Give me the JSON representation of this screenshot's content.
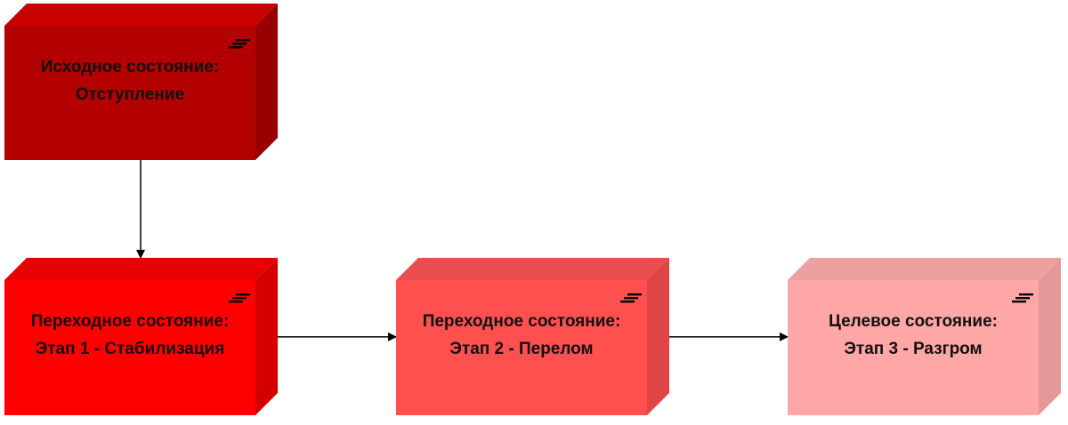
{
  "diagram": {
    "nodes": [
      {
        "id": "initial",
        "line1": "Исходное состояние:",
        "line2": "Отступление",
        "colors": {
          "front": "#b30000",
          "top": "#c80000",
          "side": "#990000"
        }
      },
      {
        "id": "stage1",
        "line1": "Переходное состояние:",
        "line2": "Этап 1 - Стабилизация",
        "colors": {
          "front": "#ff0000",
          "top": "#e80000",
          "side": "#d40000"
        }
      },
      {
        "id": "stage2",
        "line1": "Переходное состояние:",
        "line2": "Этап 2 - Перелом",
        "colors": {
          "front": "#ff5050",
          "top": "#ea4d4d",
          "side": "#e04545"
        }
      },
      {
        "id": "target",
        "line1": "Целевое состояние:",
        "line2": "Этап 3 - Разгром",
        "colors": {
          "front": "#ffa6a6",
          "top": "#eda0a0",
          "side": "#e69898"
        }
      }
    ],
    "edges": [
      {
        "from": "initial",
        "to": "stage1"
      },
      {
        "from": "stage1",
        "to": "stage2"
      },
      {
        "from": "stage2",
        "to": "target"
      }
    ],
    "edge_color": "#000000",
    "node_icon": "stack-lines-icon"
  }
}
